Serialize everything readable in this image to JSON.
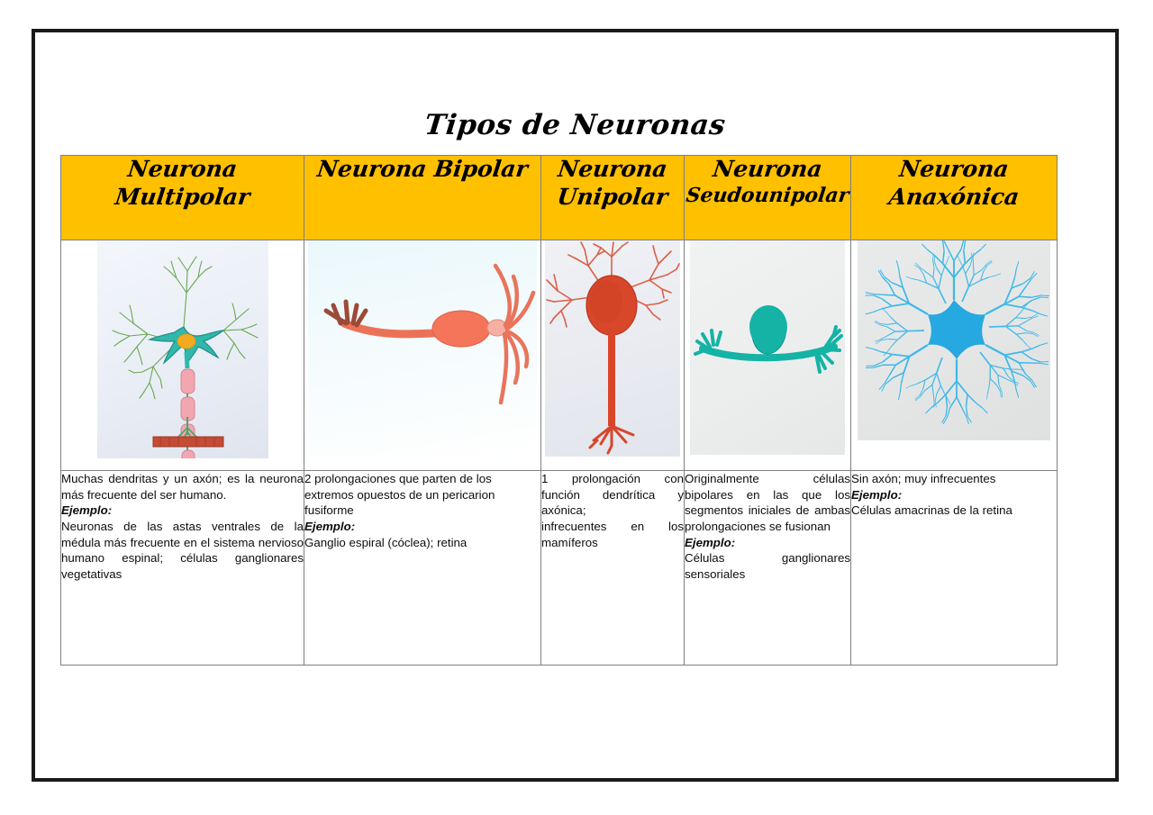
{
  "document": {
    "title": "Tipos de Neuronas",
    "header_bg_color": "#FFC000",
    "border_color": "#1a1a1a"
  },
  "table": {
    "columns": [
      {
        "header_line1": "Neurona",
        "header_line2": "Multipolar",
        "image_alt": "neurona-multipolar-drawing",
        "image_colors": {
          "soma": "#29b5a8",
          "nucleus": "#f0a81e",
          "dendrites": "#6aa84f",
          "myelin": "#f0a0a8",
          "muscle": "#c0392b",
          "background": "#eef1f7"
        },
        "description": "Muchas dendritas y un axón; es la neurona más frecuente del ser humano.",
        "example_label": "Ejemplo:",
        "example_text": " Neuronas de las astas ventrales de la médula más frecuente en el sistema nervioso humano espinal; células ganglionares vegetativas"
      },
      {
        "header_line1": "Neurona Bipolar",
        "header_line2": "",
        "image_alt": "neurona-bipolar-drawing",
        "image_colors": {
          "soma": "#f4755a",
          "process": "#e8745c",
          "terminal": "#9c4a38",
          "background": "#eaf7fb"
        },
        "description": "2 prolongaciones que parten de los extremos opuestos de un pericarion fusiforme",
        "example_label": "Ejemplo:",
        "example_text": "Ganglio espiral (cóclea); retina"
      },
      {
        "header_line1": "Neurona",
        "header_line2": "Unipolar",
        "image_alt": "neurona-unipolar-drawing",
        "image_colors": {
          "soma": "#d9472a",
          "dendrites": "#e0705c",
          "axon": "#d9452a",
          "background": "#eceef3"
        },
        "description": "1 prolongación con función dendrítica y axónica;",
        "description_line2": "infrecuentes en los mamíferos"
      },
      {
        "header_line1": "Neurona",
        "header_line2": "Seudounipolar",
        "image_alt": "neurona-seudounipolar-drawing",
        "image_colors": {
          "soma": "#14b3a6",
          "process": "#14b3a6",
          "background": "#eceef0"
        },
        "description": "Originalmente células bipolares en las que los segmentos iniciales de ambas prolongaciones se fusionan",
        "example_label": "Ejemplo:",
        "example_text": "Células ganglionares sensoriales"
      },
      {
        "header_line1": "Neurona",
        "header_line2": "Anaxónica",
        "image_alt": "neurona-anaxonica-drawing",
        "image_colors": {
          "soma": "#26a9e0",
          "dendrites": "#3fb8e8",
          "background": "#e6e8e8"
        },
        "description": "Sin axón; muy infrecuentes",
        "example_label": "Ejemplo:",
        "example_text": " Células amacrinas de la retina"
      }
    ]
  }
}
